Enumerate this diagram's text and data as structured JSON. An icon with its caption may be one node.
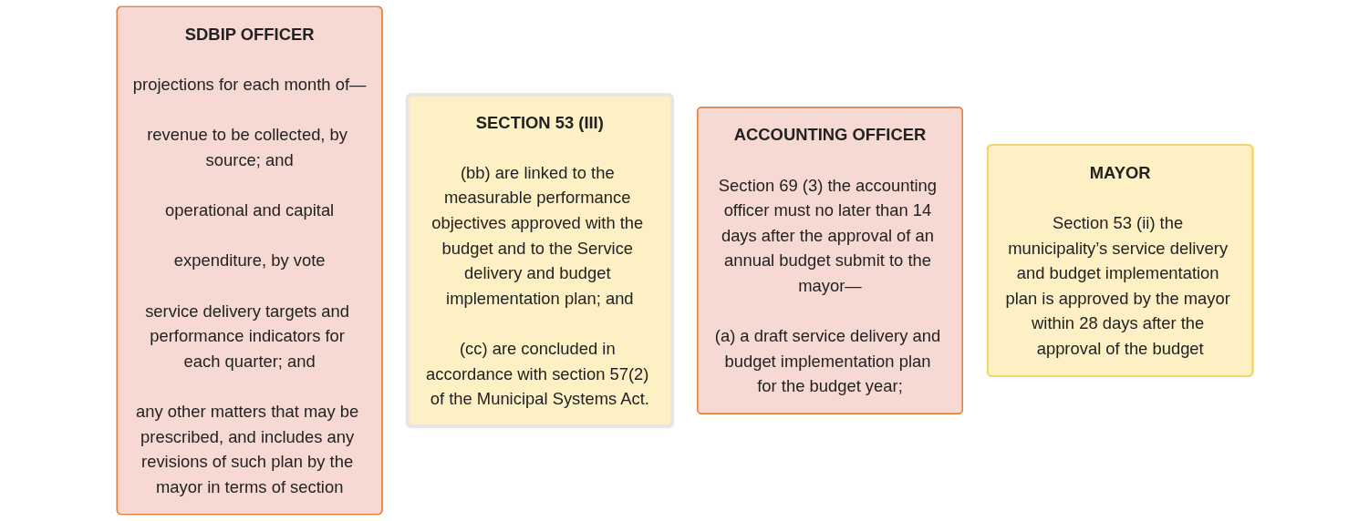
{
  "diagram": {
    "nodes": [
      {
        "text": [
          "SDBIP OFFICER",
          "projections for each month of—",
          "revenue to be collected, by source; and",
          "operational and capital",
          "expenditure, by vote",
          "service delivery targets and performance indicators for each quarter; and",
          "any other matters that may be prescribed, and includes any revisions of such plan by the mayor in terms of section"
        ]
      },
      {
        "text": [
          "SECTION 53 (III)",
          "(bb) are linked to the measurable performance objectives approved with the budget and to the Service delivery and budget implementation plan; and",
          "(cc) are concluded in accordance with section 57(2) of the Municipal Systems Act."
        ]
      },
      {
        "text": [
          "ACCOUNTING OFFICER",
          "Section 69 (3) the accounting officer must no later than 14 days after the approval of an annual budget submit to the mayor—",
          "(a) a draft service delivery and budget implementation plan for the budget year;"
        ]
      },
      {
        "text": [
          "MAYOR",
          "Section 53 (ii) the municipality’s service delivery and budget implementation plan is approved by the mayor within 28 days after the approval of the budget"
        ]
      }
    ]
  }
}
